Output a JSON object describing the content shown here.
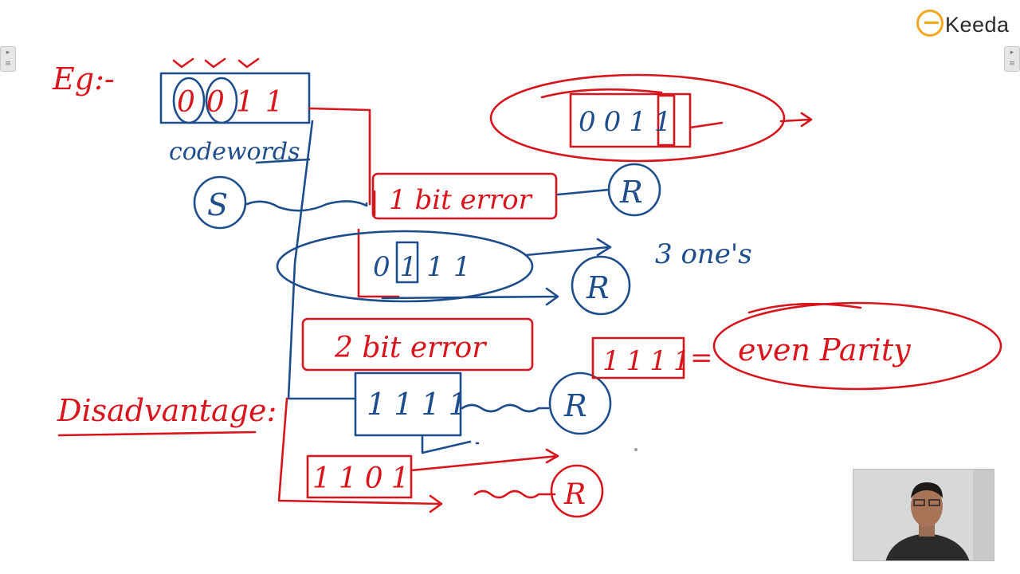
{
  "side_tabs": {
    "left_icon": "play-marker-icon",
    "right_icon": "play-marker-icon"
  },
  "logo": {
    "brand": "Keeda",
    "icon": "ekeeda-logo-icon",
    "color": "#f4a71d"
  },
  "whiteboard": {
    "colors": {
      "red": "#d8141c",
      "blue": "#1e4d8c"
    },
    "eg_label": "Eg:-",
    "codeword_box": "00 11",
    "codeword_bits": "0011",
    "codewords_label": "codewords",
    "sender_label": "S",
    "one_bit_error_label": "1 bit error",
    "receiver_label": "R",
    "top_received": "0011",
    "middle_received": "0111",
    "three_ones_label": "3 one's",
    "two_bit_error_label": "2 bit error",
    "received_1111": "1111",
    "result_1111": "1111",
    "equals_sign": "=",
    "even_parity_label": "even Parity",
    "received_1101": "1101",
    "disadvantage_label": "Disadvantage:"
  },
  "webcam": {
    "icon": "presenter-video-icon"
  }
}
